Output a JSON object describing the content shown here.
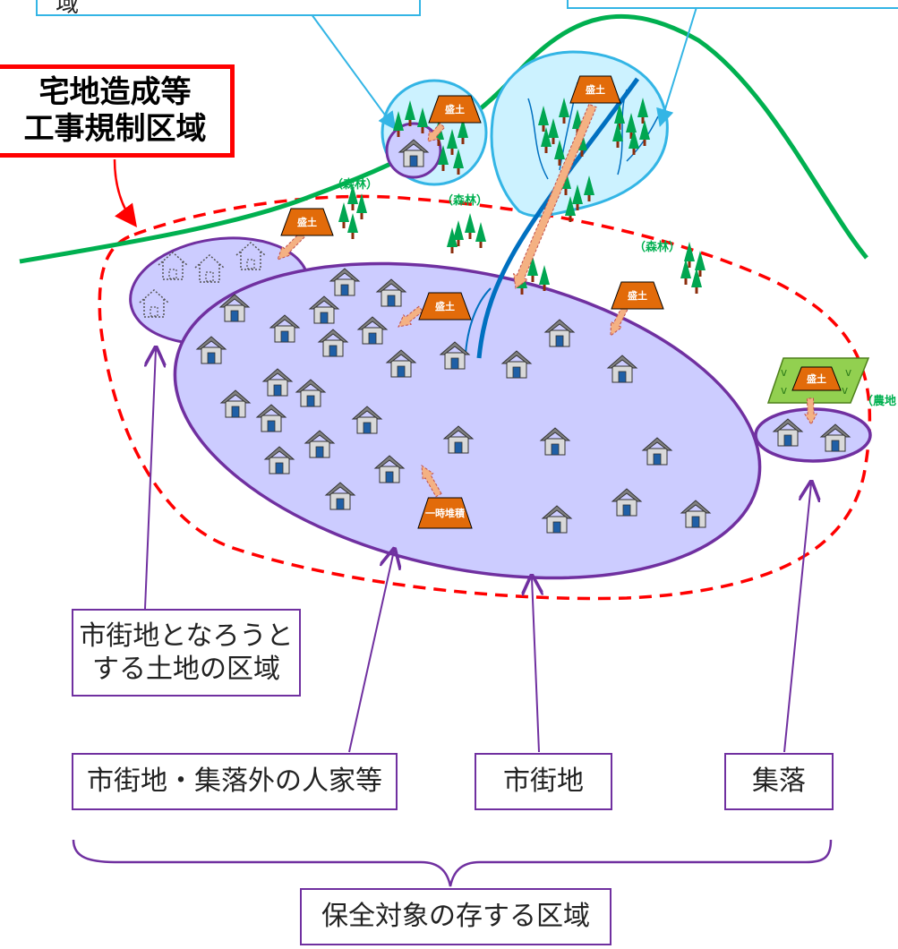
{
  "title": {
    "line1": "宅地造成等",
    "line2": "工事規制区域"
  },
  "top_callout_left_fragment": "域",
  "mound_label": "盛土",
  "temporary_pile_label": "一時堆積",
  "forest_label": "（森林）",
  "farmland_label": "（農地",
  "boxes": {
    "planned_urban": {
      "line1": "市街地となろうと",
      "line2": "する土地の区域"
    },
    "houses_outside": "市街地・集落外の人家等",
    "urban": "市街地",
    "village": "集落",
    "conservation": "保全対象の存する区域"
  },
  "colors": {
    "regulation_border": "#ff0000",
    "ridge_line": "#00b050",
    "region_fill": "#ccccff",
    "region_stroke": "#7030a0",
    "valley_fill": "#ccf2ff",
    "valley_stroke": "#33b5e5",
    "river": "#0070c0",
    "mound_fill": "#e26b0a",
    "farmland_fill": "#92d050",
    "tree_green": "#00a651",
    "trunk": "#8b2d0c",
    "leader_line": "#7030a0"
  },
  "icons": [
    "house-icon",
    "tree-icon",
    "mound-icon",
    "arrow-icon"
  ]
}
